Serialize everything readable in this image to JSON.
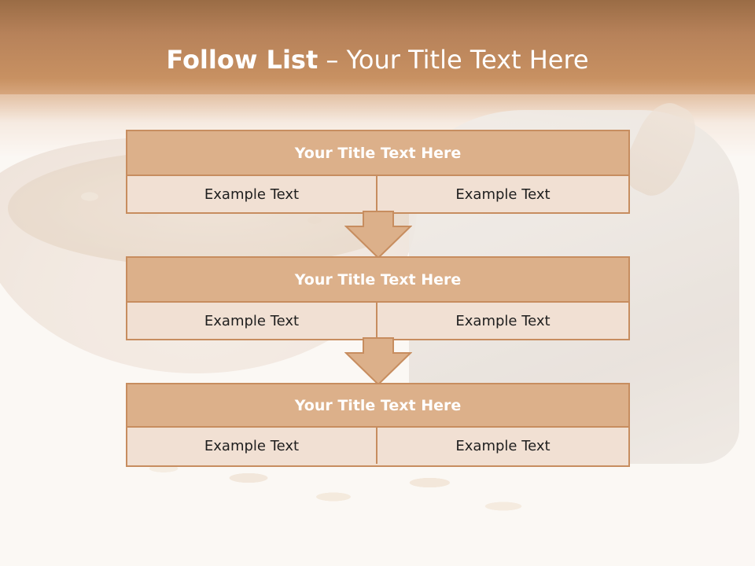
{
  "slide": {
    "title_bold": "Follow List",
    "title_rest": " – Your Title Text Here"
  },
  "blocks": [
    {
      "title": "Your Title Text Here",
      "left_text": "Example Text",
      "right_text": "Example Text"
    },
    {
      "title": "Your Title Text Here",
      "left_text": "Example Text",
      "right_text": "Example Text"
    },
    {
      "title": "Your Title Text Here",
      "left_text": "Example Text",
      "right_text": "Example Text"
    }
  ],
  "colors": {
    "header_fill": "#dcb08a",
    "border": "#c78d5f",
    "cell_fill": "#f1e0d3",
    "title_text": "#ffffff",
    "top_band": "#c89162"
  },
  "icons": [
    "down-arrow-icon",
    "down-arrow-icon"
  ]
}
